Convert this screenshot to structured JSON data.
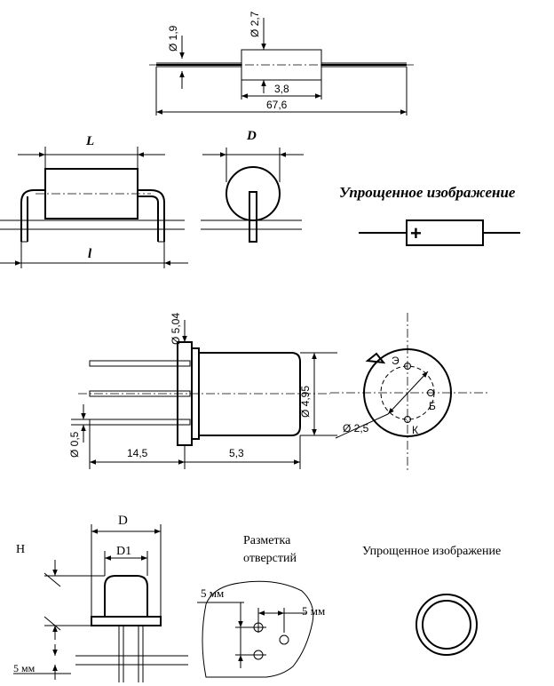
{
  "section1": {
    "dims": {
      "d_lead": "Ø 1,9",
      "d_body": "Ø 2,7",
      "body_len": "3,8",
      "total_len": "67,6"
    }
  },
  "section2": {
    "labels": {
      "L": "L",
      "D": "D",
      "l": "l"
    },
    "simplified_title": "Упрощенное изображение",
    "symbol_plus": "+"
  },
  "section3": {
    "dims": {
      "flange": "Ø 5,04",
      "body": "Ø 4,95",
      "lead": "Ø 0,5",
      "lead_len": "14,5",
      "body_len": "5,3",
      "pin_circle": "Ø 2,5"
    },
    "pins": {
      "e": "Э",
      "b": "Б",
      "k": "К"
    }
  },
  "section4": {
    "H": "H",
    "D": "D",
    "D1": "D1",
    "hole_title_line1": "Разметка",
    "hole_title_line2": "отверстий",
    "mm_left": "5 мм",
    "mm_right": "5 мм",
    "mm_bottom": "5 мм",
    "simplified_title": "Упрощенное изображение"
  }
}
